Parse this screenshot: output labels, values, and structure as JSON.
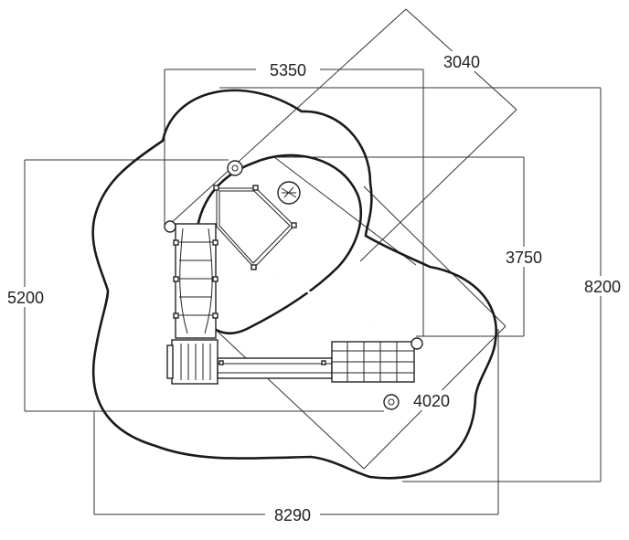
{
  "dimensions": {
    "top_width": "5350",
    "diagonal_top": "3040",
    "left_height": "5200",
    "inner_height": "3750",
    "right_height": "8200",
    "diagonal_bottom": "4020",
    "bottom_width": "8290"
  },
  "colors": {
    "line": "#1a1a1a",
    "background": "#ffffff"
  }
}
